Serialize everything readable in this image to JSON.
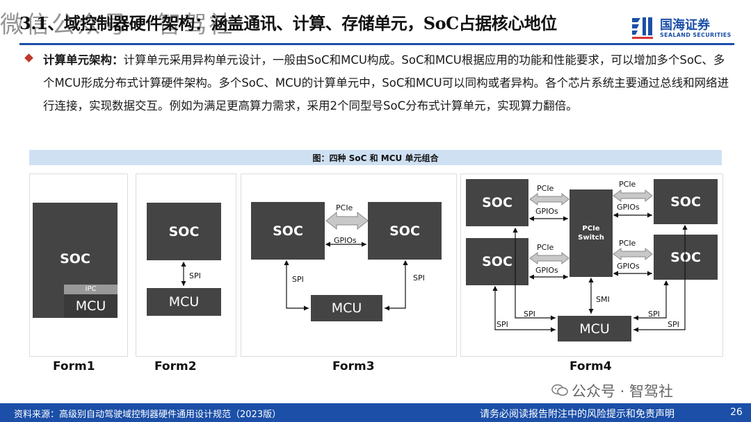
{
  "header": {
    "title": "3.1、域控制器硬件架构：涵盖通讯、计算、存储单元，SoC占据核心地位",
    "watermark": "微信公众号 · 智驾社",
    "logo_cn": "国海证券",
    "logo_en": "SEALAND SECURITIES"
  },
  "body": {
    "lead": "计算单元架构：",
    "text": "计算单元采用异构单元设计，一般由SoC和MCU构成。SoC和MCU根据应用的功能和性能要求，可以增加多个SoC、多个MCU形成分布式计算硬件架构。多个SoC、MCU的计算单元中，SoC和MCU可以同构或者异构。各个芯片系统主要通过总线和网络进行连接，实现数据交互。例如为满足更高算力需求，采用2个同型号SoC分布式计算单元，实现算力翻倍。"
  },
  "figure": {
    "caption": "图：四种 SoC 和 MCU 单元组合",
    "form1": {
      "label": "Form1",
      "soc": "SOC",
      "ipc": "IPC",
      "mcu": "MCU"
    },
    "form2": {
      "label": "Form2",
      "soc": "SOC",
      "spi": "SPI",
      "mcu": "MCU"
    },
    "form3": {
      "label": "Form3",
      "soc_left": "SOC",
      "soc_right": "SOC",
      "pcie": "PCIe",
      "gpios": "GPIOs",
      "spi_left": "SPI",
      "spi_right": "SPI",
      "mcu": "MCU"
    },
    "form4": {
      "label": "Form4",
      "soc": "SOC",
      "pcie": "PCIe",
      "gpios": "GPIOs",
      "switch_line1": "PCIe",
      "switch_line2": "Switch",
      "smi": "SMI",
      "spi": "SPI",
      "mcu": "MCU"
    }
  },
  "footer": {
    "source": "资料来源：高级别自动驾驶域控制器硬件通用设计规范（2023版）",
    "disclaimer": "请务必阅读报告附注中的风险提示和免责声明",
    "page": "26",
    "wechat": "公众号 · 智驾社"
  },
  "colors": {
    "brand_blue": "#1b4fa8",
    "box_gray": "#444444",
    "caption_band": "#cfe0f3",
    "bullet_red": "#c0392b"
  }
}
